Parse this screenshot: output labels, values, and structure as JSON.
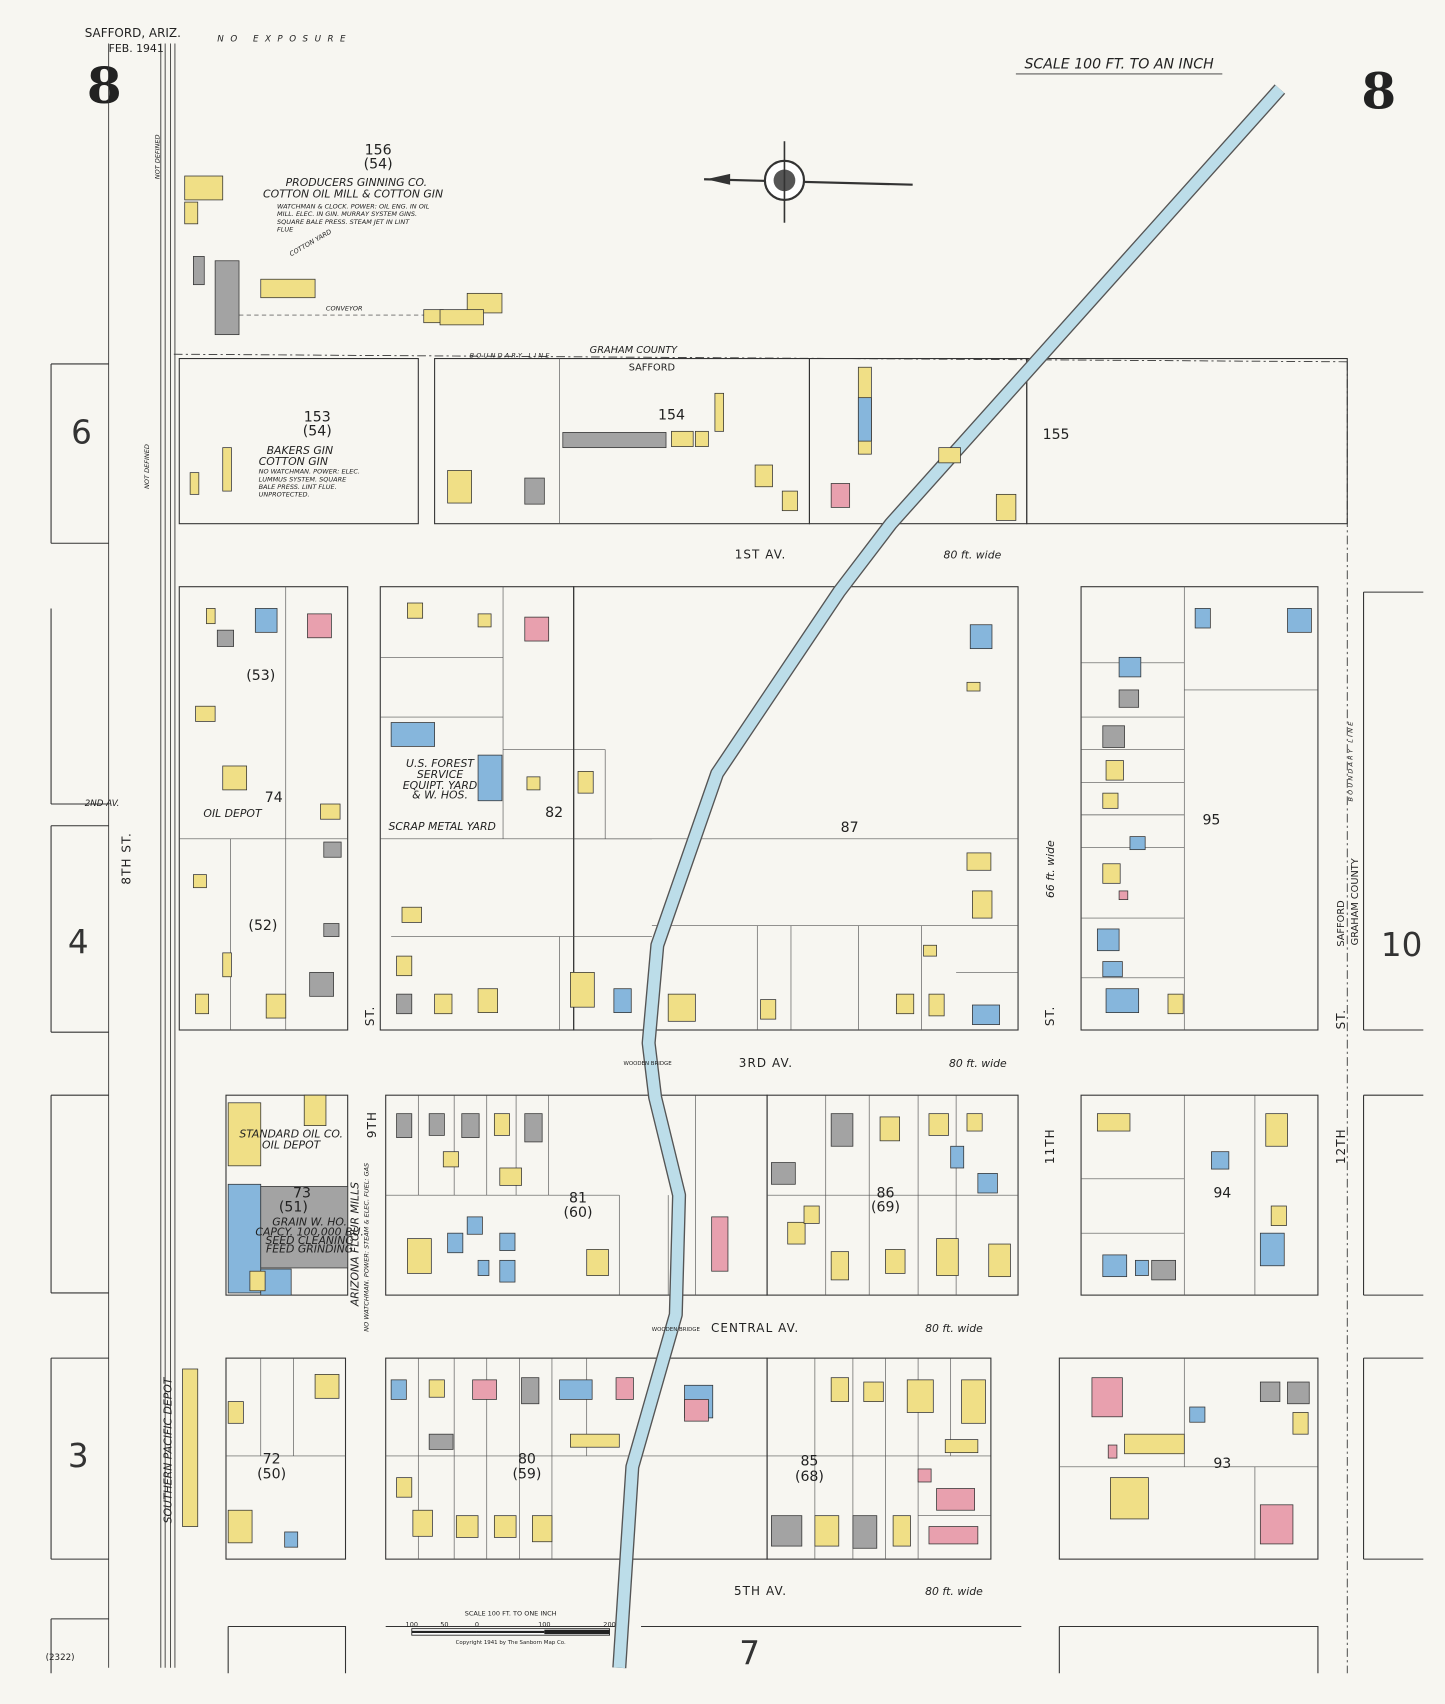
{
  "header": {
    "city": "SAFFORD, ARIZ.",
    "date": "FEB. 1941",
    "sheet_number": "8",
    "scale_title": "SCALE 100 FT. TO AN INCH",
    "exposure_note": "NO EXPOSURE",
    "catalog_number": "(2322)"
  },
  "adjoining_sheets": {
    "left_top": "6",
    "left_middle": "4",
    "left_bottom": "3",
    "right": "10",
    "bottom": "7"
  },
  "streets": {
    "first_av": "1ST AV.",
    "first_av_width": "80 ft. wide",
    "second_av": "2ND AV.",
    "third_av": "3RD AV.",
    "third_av_width": "80 ft. wide",
    "central_av": "CENTRAL AV.",
    "central_av_width": "80 ft. wide",
    "fifth_av": "5TH AV.",
    "fifth_av_width": "80 ft. wide",
    "eighth_st": "8TH ST.",
    "ninth_st": "9TH",
    "ninth_st_suffix": "ST.",
    "eleventh_st": "11TH",
    "eleventh_st_suffix": "ST.",
    "eleventh_st_width": "66 ft. wide",
    "twelfth_st": "12TH",
    "twelfth_st_suffix": "ST."
  },
  "boundary": {
    "county": "GRAHAM COUNTY",
    "city": "SAFFORD",
    "label": "BOUNDARY LINE",
    "rail_note_1": "NOT DEFINED",
    "rail_note_2": "NOT DEFINED"
  },
  "blocks": [
    {
      "number": "156",
      "old": "(54)"
    },
    {
      "number": "153",
      "old": "(54)"
    },
    {
      "number": "154"
    },
    {
      "number": "155"
    },
    {
      "number": "",
      "old": "(53)"
    },
    {
      "number": "74"
    },
    {
      "number": "",
      "old": "(52)"
    },
    {
      "number": "82"
    },
    {
      "number": "87"
    },
    {
      "number": "95"
    },
    {
      "number": "73",
      "old": "(51)"
    },
    {
      "number": "81",
      "old": "(60)"
    },
    {
      "number": "86",
      "old": "(69)"
    },
    {
      "number": "94"
    },
    {
      "number": "72",
      "old": "(50)"
    },
    {
      "number": "80",
      "old": "(59)"
    },
    {
      "number": "85",
      "old": "(68)"
    },
    {
      "number": "93"
    }
  ],
  "places": {
    "producers": {
      "name": "PRODUCERS GINNING CO.",
      "sub": "COTTON OIL MILL & COTTON GIN",
      "note1": "WATCHMAN & CLOCK. POWER: OIL ENG. IN OIL",
      "note2": "MILL. ELEC. IN GIN. MURRAY SYSTEM GINS.",
      "note3": "SQUARE BALE PRESS. STEAM JET IN LINT",
      "note4": "FLUE",
      "cotton_yard": "COTTON YARD",
      "conveyor": "CONVEYOR"
    },
    "bakers": {
      "name": "BAKERS GIN",
      "sub": "COTTON GIN",
      "note1": "NO WATCHMAN. POWER: ELEC.",
      "note2": "LUMMUS SYSTEM. SQUARE",
      "note3": "BALE PRESS. LINT FLUE.",
      "note4": "UNPROTECTED."
    },
    "forest": {
      "line1": "U.S. FOREST",
      "line2": "SERVICE",
      "line3": "EQUIPT. YARD",
      "line4": "& W. HOS."
    },
    "scrap": "SCRAP METAL YARD",
    "oil_depot_74": "OIL DEPOT",
    "standard": {
      "name": "STANDARD OIL CO.",
      "sub": "OIL DEPOT"
    },
    "grain": {
      "name": "GRAIN W. HO.",
      "line1": "CAPCY. 100,000 BU.",
      "line2": "SEED CLEANING",
      "line3": "FEED GRINDING"
    },
    "flour": {
      "name": "ARIZONA FLOUR MILLS",
      "note": "NO WATCHMAN. POWER: STEAM & ELEC. FUEL: GAS"
    },
    "depot": "SOUTHERN PACIFIC DEPOT",
    "bridge_1": "WOODEN BRIDGE",
    "bridge_2": "WOODEN BRIDGE"
  },
  "scale_bar": {
    "title": "SCALE 100 FT. TO ONE INCH",
    "ticks": [
      "100",
      "50",
      "0",
      "100",
      "200"
    ],
    "copyright": "Copyright 1941 by The Sanborn Map Co."
  },
  "legend_colors": {
    "frame": "#f0df86",
    "brick": "#e8a0ae",
    "fireproof": "#86b6dc",
    "iron": "#a3a3a3",
    "canal": "#bcdde9"
  }
}
